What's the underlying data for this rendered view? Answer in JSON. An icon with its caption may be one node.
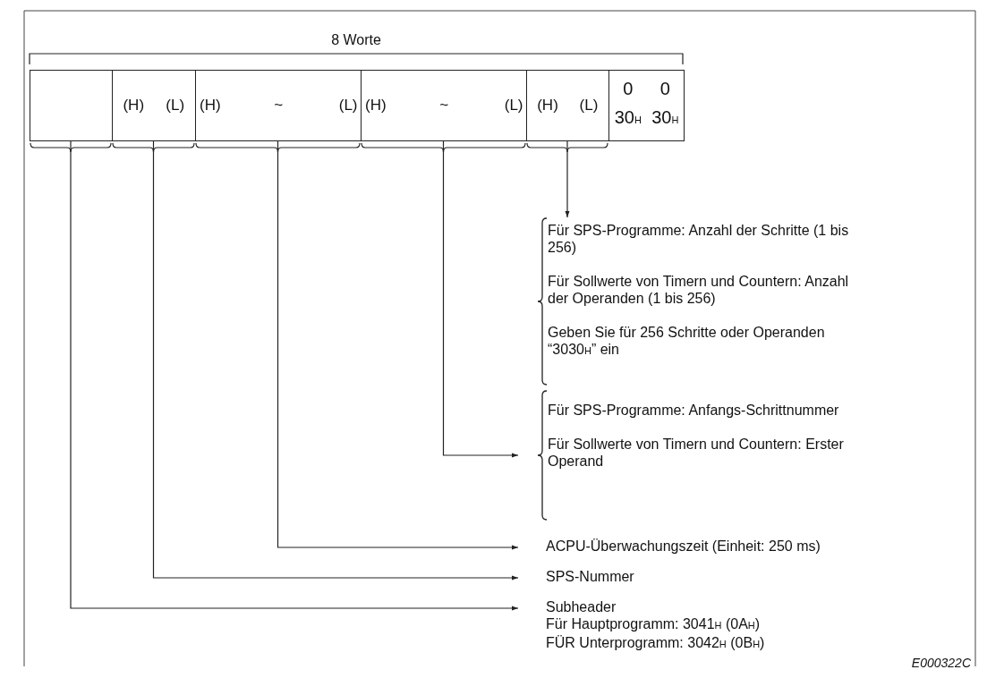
{
  "diagram": {
    "nodes": [
      {
        "text": [],
        "shape": "box"
      },
      {
        "text": [
          "(H)",
          "(L)"
        ]
      },
      {
        "text": [
          "(H)",
          "~",
          "(L)"
        ]
      },
      {
        "text": [
          "(H)",
          "~",
          "(L)"
        ]
      },
      {
        "text": [
          "(H)",
          "(L)"
        ]
      },
      {
        "text": [
          "0",
          "0",
          "30$_{H}$",
          "30$_{H}$"
        ]
      },
      {
        "text": [
          "Für SPS-Programme: Anzahl der Schritte (1 bis 256)",
          "Für Sollwerte von Timern und Countern: Anzahl der Operanden (1 bis 256)",
          "Geben Sie für 256 Schritte oder Operanden “3030$_{H}$” ein"
        ]
      },
      {
        "text": [
          "Für SPS-Programme: Anfangs-Schrittnummer",
          "Für Sollwerte von Timern und Countern: Erster Operand"
        ]
      },
      {
        "text": [
          "ACPU-Überwachungszeit (Einheit: 250 ms)"
        ]
      },
      {
        "text": [
          "SPS-Nummer"
        ]
      },
      {
        "text": [
          "Subheader",
          "Für Hauptprogramm: 3041$_{H}$ (0A$_{H}$)",
          "FÜR Unterprogramm: 3042$_{H}$ (0B$_{H}$)"
        ]
      }
    ],
    "edges": [
      {
        "from": 4,
        "to": 6,
        "arrow": "to"
      },
      {
        "from": 3,
        "to": 7,
        "arrow": "to"
      },
      {
        "from": 2,
        "to": 8,
        "arrow": "to"
      },
      {
        "from": 1,
        "to": 9,
        "arrow": "to"
      },
      {
        "from": 0,
        "to": 10,
        "arrow": "to"
      }
    ],
    "labels": [
      "8 Worte",
      "E000322C"
    ]
  }
}
